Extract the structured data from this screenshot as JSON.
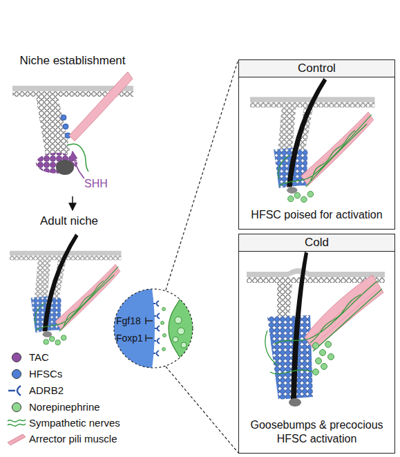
{
  "diagram": {
    "nodes": [
      {
        "text": [
          "Fgf18",
          "Foxp1"
        ]
      },
      {
        "text": [
          "Control",
          "HFSC poised for activation"
        ]
      },
      {
        "text": [
          "Cold",
          "Goosebumps & precocious HFSC activation"
        ]
      }
    ],
    "edges": [
      {
        "from": 0,
        "to": 1,
        "arrow": "none"
      },
      {
        "from": 0,
        "to": 2,
        "arrow": "none"
      }
    ],
    "labels": [
      "Niche establishment",
      "SHH",
      "Adult niche"
    ],
    "legend": [
      {
        "text": "TAC",
        "color": "#8e4fa3"
      },
      {
        "text": "HFSCs",
        "color": "#4f7fd6"
      },
      {
        "text": "ADRB2"
      },
      {
        "text": "Norepinephrine",
        "color": "#8fd68f"
      },
      {
        "text": "Sympathetic nerves"
      },
      {
        "text": "Arrector pili muscle"
      }
    ]
  }
}
